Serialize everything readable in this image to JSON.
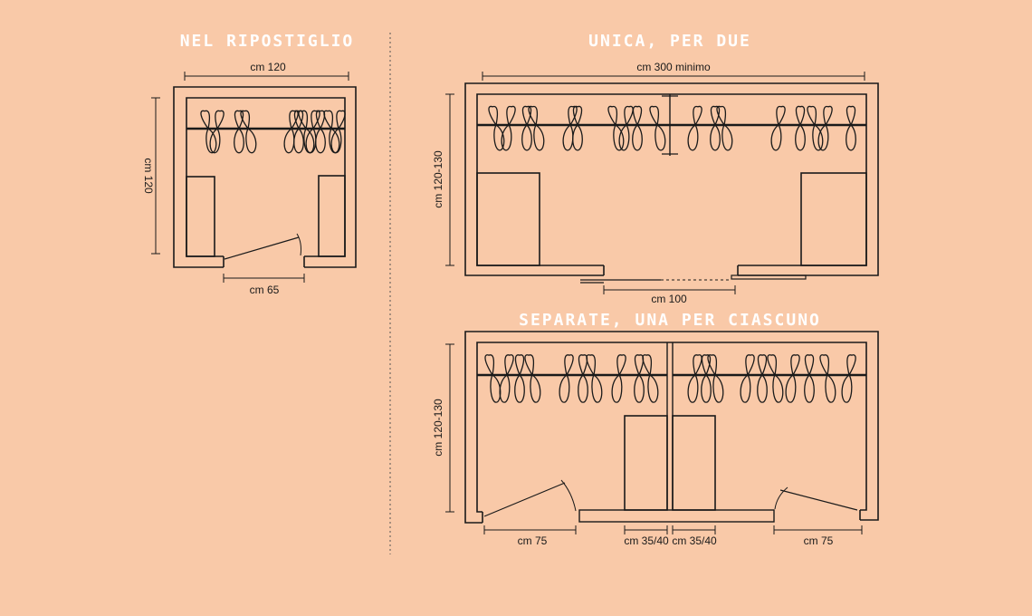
{
  "titles": {
    "ripostiglio": "NEL RIPOSTIGLIO",
    "unica": "UNICA, PER DUE",
    "separate": "SEPARATE, UNA PER CIASCUNO"
  },
  "ripostiglio": {
    "width_label": "cm 120",
    "depth_label": "cm 120",
    "door_label": "cm 65"
  },
  "unica": {
    "width_label": "cm 300 minimo",
    "depth_label": "cm 120-130",
    "door_label": "cm 100"
  },
  "separate": {
    "depth_label": "cm 120-130",
    "door_left_label": "cm 75",
    "door_right_label": "cm 75",
    "module_left_label": "cm 35/40",
    "module_right_label": "cm 35/40"
  },
  "colors": {
    "background": "#f9c9a8",
    "ink": "#1a1a1a",
    "title": "#ffffff"
  }
}
